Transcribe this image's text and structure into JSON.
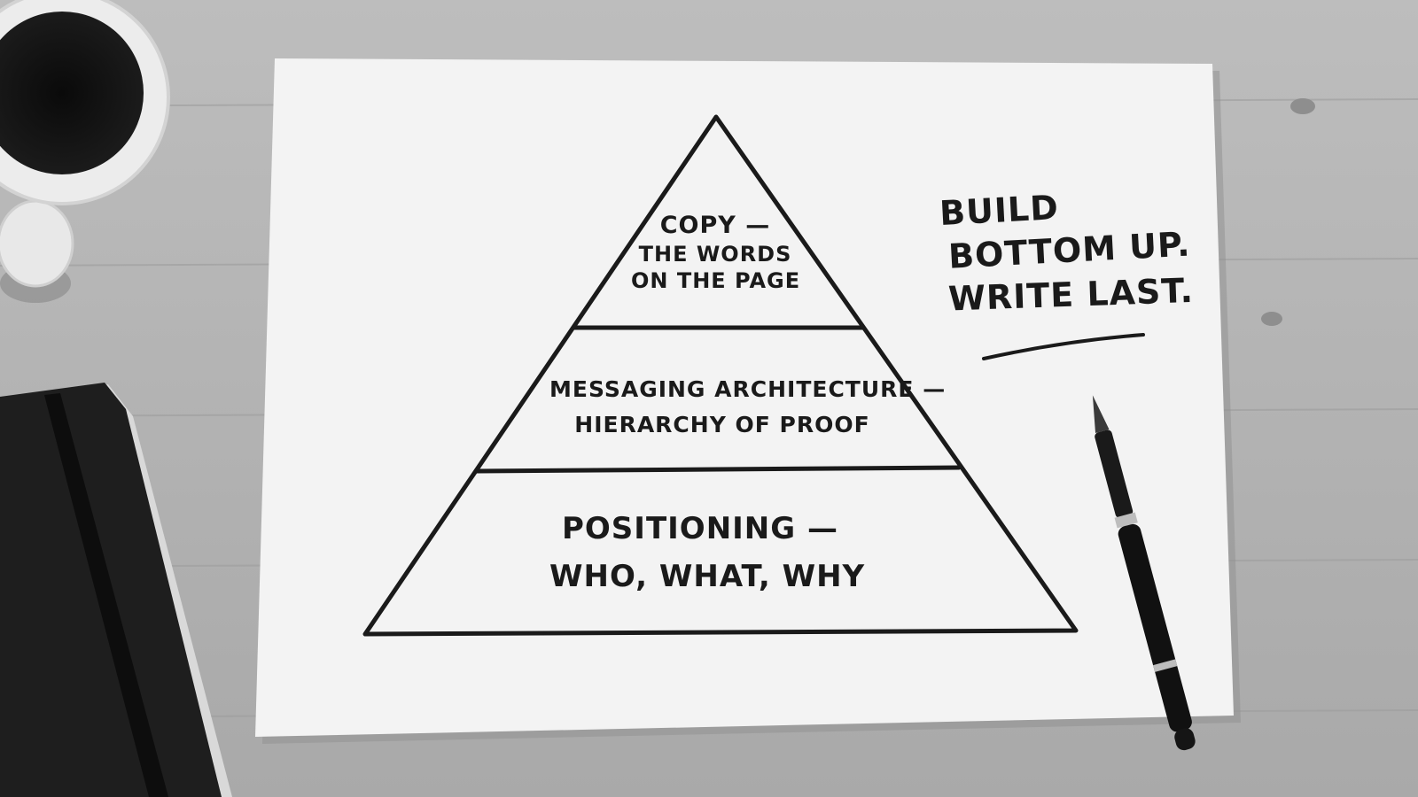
{
  "pyramid": {
    "top": {
      "line1": "Copy —",
      "line2": "The words",
      "line3": "on the page"
    },
    "middle": {
      "line1": "Messaging Architecture —",
      "line2": "Hierarchy of Proof"
    },
    "bottom": {
      "line1": "Positioning —",
      "line2": "Who, What, Why"
    }
  },
  "note": {
    "line1": "Build",
    "line2": "Bottom Up.",
    "line3": "Write Last."
  },
  "colors": {
    "paper": "#f3f3f3",
    "ink": "#1a1a1a",
    "wood": "#b9b9b9",
    "notebook": "#1e1e1e"
  }
}
